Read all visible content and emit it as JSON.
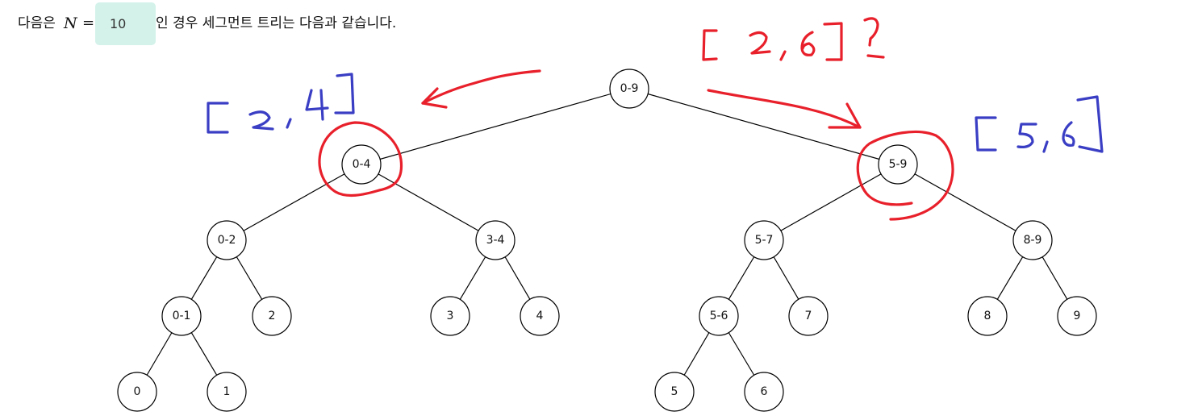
{
  "sentence": {
    "prefix": "다음은",
    "variable": "N",
    "equals": "=",
    "value": "10",
    "suffix": "인 경우 세그먼트 트리는 다음과 같습니다."
  },
  "tree": {
    "nodes": [
      {
        "id": "n0-9",
        "label": "0-9"
      },
      {
        "id": "n0-4",
        "label": "0-4"
      },
      {
        "id": "n5-9",
        "label": "5-9"
      },
      {
        "id": "n0-2",
        "label": "0-2"
      },
      {
        "id": "n3-4",
        "label": "3-4"
      },
      {
        "id": "n5-7",
        "label": "5-7"
      },
      {
        "id": "n8-9",
        "label": "8-9"
      },
      {
        "id": "n0-1",
        "label": "0-1"
      },
      {
        "id": "n2",
        "label": "2"
      },
      {
        "id": "n3",
        "label": "3"
      },
      {
        "id": "n4",
        "label": "4"
      },
      {
        "id": "n5-6",
        "label": "5-6"
      },
      {
        "id": "n7",
        "label": "7"
      },
      {
        "id": "n8",
        "label": "8"
      },
      {
        "id": "n9",
        "label": "9"
      },
      {
        "id": "n0",
        "label": "0"
      },
      {
        "id": "n1",
        "label": "1"
      },
      {
        "id": "n5",
        "label": "5"
      },
      {
        "id": "n6",
        "label": "6"
      }
    ],
    "edges": [
      [
        "n0-9",
        "n0-4"
      ],
      [
        "n0-9",
        "n5-9"
      ],
      [
        "n0-4",
        "n0-2"
      ],
      [
        "n0-4",
        "n3-4"
      ],
      [
        "n5-9",
        "n5-7"
      ],
      [
        "n5-9",
        "n8-9"
      ],
      [
        "n0-2",
        "n0-1"
      ],
      [
        "n0-2",
        "n2"
      ],
      [
        "n3-4",
        "n3"
      ],
      [
        "n3-4",
        "n4"
      ],
      [
        "n5-7",
        "n5-6"
      ],
      [
        "n5-7",
        "n7"
      ],
      [
        "n8-9",
        "n8"
      ],
      [
        "n8-9",
        "n9"
      ],
      [
        "n0-1",
        "n0"
      ],
      [
        "n0-1",
        "n1"
      ],
      [
        "n5-6",
        "n5"
      ],
      [
        "n5-6",
        "n6"
      ]
    ]
  },
  "annotations": {
    "query_text": "[2,6]?",
    "left_text": "[2,4]",
    "right_text": "[5,6]",
    "ink_red": "#e8202b",
    "ink_blue": "#3a3ec4"
  }
}
